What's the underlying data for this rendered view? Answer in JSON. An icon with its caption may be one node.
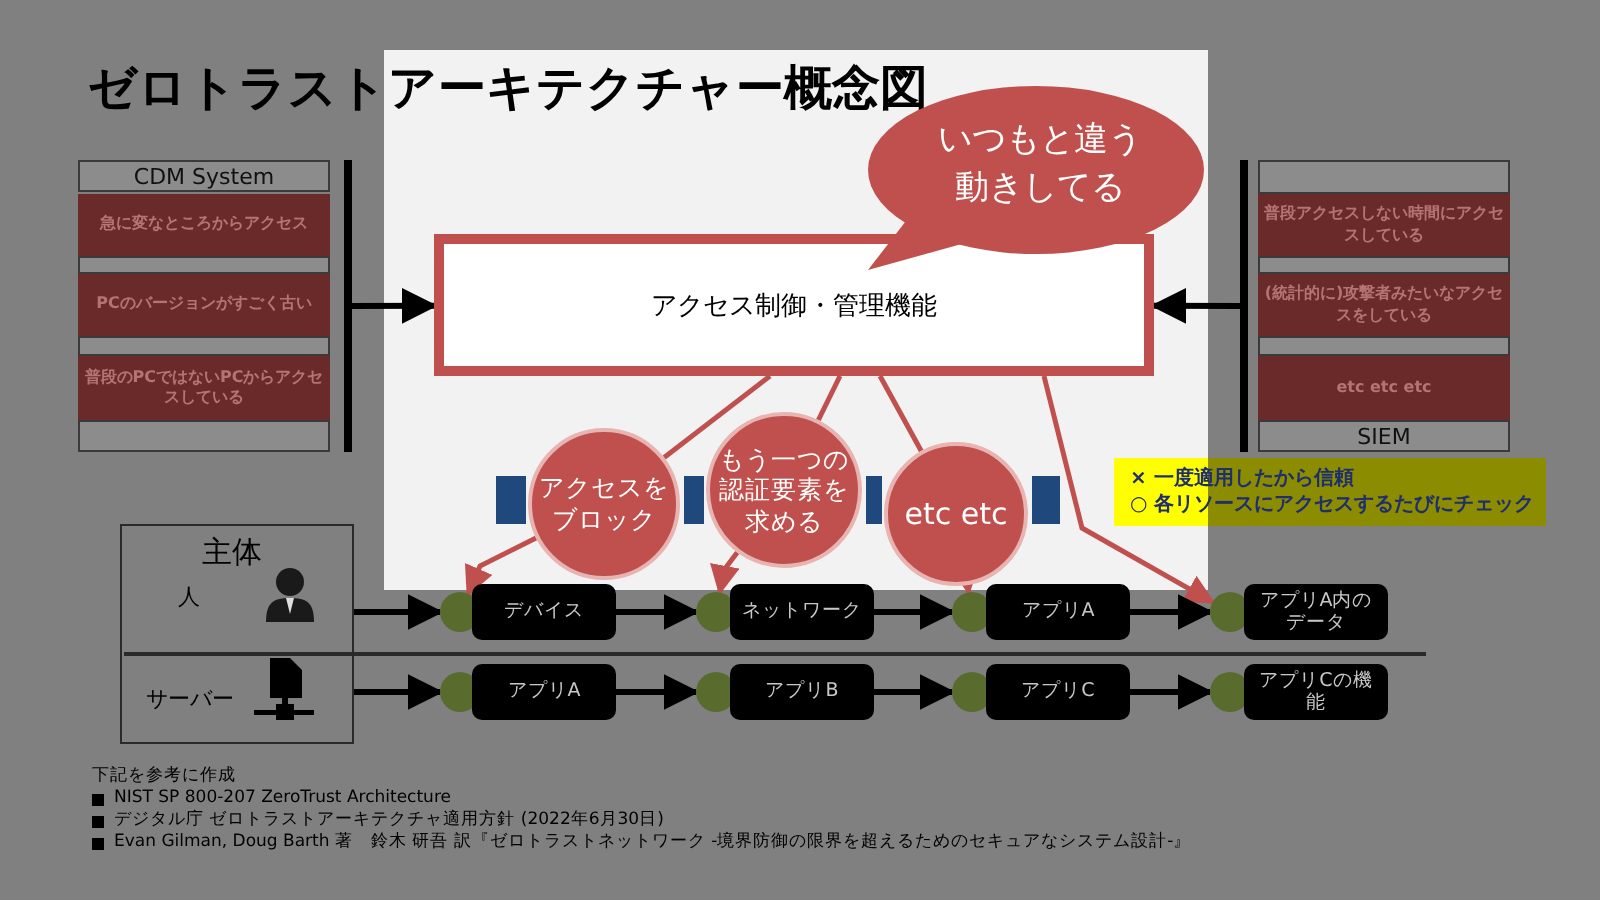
{
  "diagram": {
    "title": "ゼロトラストアーキテクチャー概念図",
    "nodes": [
      {
        "text": [
          "CDM System"
        ]
      },
      {
        "text": [
          "急に変なところからアクセス"
        ]
      },
      {
        "text": [],
        "shape": "box"
      },
      {
        "text": [
          "PCのバージョンがすごく古い"
        ]
      },
      {
        "text": [],
        "shape": "box"
      },
      {
        "text": [
          "普段のPCではないPCからアクセスしている"
        ]
      },
      {
        "text": [],
        "shape": "box"
      },
      {
        "text": [],
        "shape": "bar"
      },
      {
        "text": [
          "いつもと違う動きしてる"
        ]
      },
      {
        "text": [
          "アクセス制御・管理機能"
        ]
      },
      {
        "text": [],
        "shape": "bar"
      },
      {
        "text": [],
        "shape": "box"
      },
      {
        "text": [
          "普段アクセスしない時間にアクセスしている"
        ]
      },
      {
        "text": [],
        "shape": "box"
      },
      {
        "text": [
          "(統計的に)攻撃者みたいなアクセスをしている"
        ]
      },
      {
        "text": [],
        "shape": "box"
      },
      {
        "text": [
          "etc etc etc"
        ]
      },
      {
        "text": [
          "SIEM"
        ]
      },
      {
        "text": [
          "アクセスをブロック"
        ]
      },
      {
        "text": [
          "もう一つの認証要素を求める"
        ]
      },
      {
        "text": [
          "etc etc"
        ]
      },
      {
        "text": [
          "主体",
          "人",
          "サーバー"
        ]
      },
      {
        "text": [],
        "shape": "circle"
      },
      {
        "text": [
          "デバイス"
        ]
      },
      {
        "text": [],
        "shape": "circle"
      },
      {
        "text": [
          "ネットワーク"
        ]
      },
      {
        "text": [],
        "shape": "circle"
      },
      {
        "text": [
          "アプリA"
        ]
      },
      {
        "text": [],
        "shape": "circle"
      },
      {
        "text": [
          "アプリA内のデータ"
        ]
      },
      {
        "text": [],
        "shape": "circle"
      },
      {
        "text": [
          "アプリA"
        ]
      },
      {
        "text": [],
        "shape": "circle"
      },
      {
        "text": [
          "アプリB"
        ]
      },
      {
        "text": [],
        "shape": "circle"
      },
      {
        "text": [
          "アプリC"
        ]
      },
      {
        "text": [],
        "shape": "circle"
      },
      {
        "text": [
          "アプリCの機能"
        ]
      },
      {
        "text": [],
        "shape": "bar"
      },
      {
        "text": [],
        "shape": "bar"
      },
      {
        "text": [],
        "shape": "bar"
      },
      {
        "text": [],
        "shape": "bar"
      }
    ],
    "edges": [
      {
        "from": 7,
        "to": 9,
        "arrow": "to"
      },
      {
        "from": 10,
        "to": 9,
        "arrow": "to"
      },
      {
        "from": 9,
        "to": 18,
        "arrow": "none",
        "color": "#c0504d"
      },
      {
        "from": 9,
        "to": 19,
        "arrow": "none",
        "color": "#c0504d"
      },
      {
        "from": 9,
        "to": 20,
        "arrow": "none",
        "color": "#c0504d"
      },
      {
        "from": 18,
        "to": 22,
        "arrow": "to",
        "color": "#c0504d"
      },
      {
        "from": 19,
        "to": 24,
        "arrow": "to",
        "color": "#c0504d"
      },
      {
        "from": 20,
        "to": 26,
        "arrow": "to",
        "color": "#c0504d"
      },
      {
        "from": 9,
        "to": 28,
        "arrow": "to",
        "color": "#c0504d"
      },
      {
        "from": 21,
        "to": 22,
        "arrow": "to"
      },
      {
        "from": 23,
        "to": 24,
        "arrow": "to"
      },
      {
        "from": 25,
        "to": 26,
        "arrow": "to"
      },
      {
        "from": 27,
        "to": 28,
        "arrow": "to"
      },
      {
        "from": 21,
        "to": 30,
        "arrow": "to"
      },
      {
        "from": 31,
        "to": 32,
        "arrow": "to"
      },
      {
        "from": 33,
        "to": 34,
        "arrow": "to"
      },
      {
        "from": 35,
        "to": 36,
        "arrow": "to"
      }
    ],
    "labels": [
      "× 一度適用したから信頼",
      "○ 各リソースにアクセスするたびにチェック",
      "下記を参考に作成",
      "NIST SP 800-207 ZeroTrust Architecture",
      "デジタル庁 ゼロトラストアーキテクチャ適用方針 (2022年6月30日)",
      "Evan Gilman, Doug Barth 著　鈴木 研吾 訳『ゼロトラストネットワーク -境界防御の限界を超えるためのセキュアなシステム設計-』"
    ]
  }
}
